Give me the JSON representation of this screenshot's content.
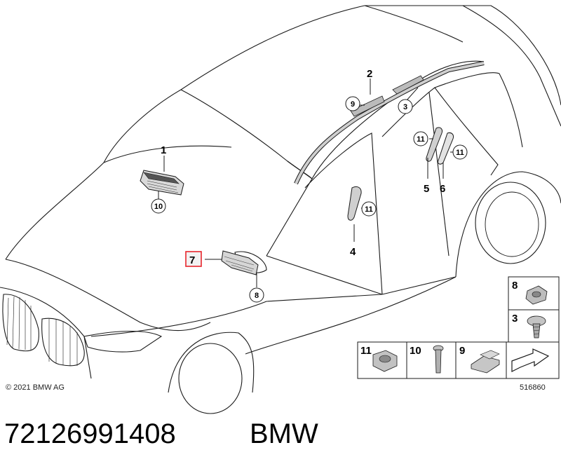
{
  "callouts": {
    "c1": "1",
    "c2": "2",
    "c3": "3",
    "c4": "4",
    "c5": "5",
    "c6": "6",
    "c7": "7",
    "c8": "8",
    "c9": "9",
    "c10": "10",
    "c11": "11"
  },
  "circles": {
    "n10": "10",
    "n9": "9",
    "n3": "3",
    "n11": "11",
    "n8": "8"
  },
  "legend": {
    "k8": "8",
    "k3": "3",
    "k11": "11",
    "k10": "10",
    "k9": "9"
  },
  "copyright": "© 2021 BMW AG",
  "drawing_number": "516860",
  "part_number": "72126991408",
  "brand": "BMW",
  "colors": {
    "highlight": "#e8262c",
    "line": "#1a1a1a",
    "box_fill": "#f3f3f3"
  }
}
